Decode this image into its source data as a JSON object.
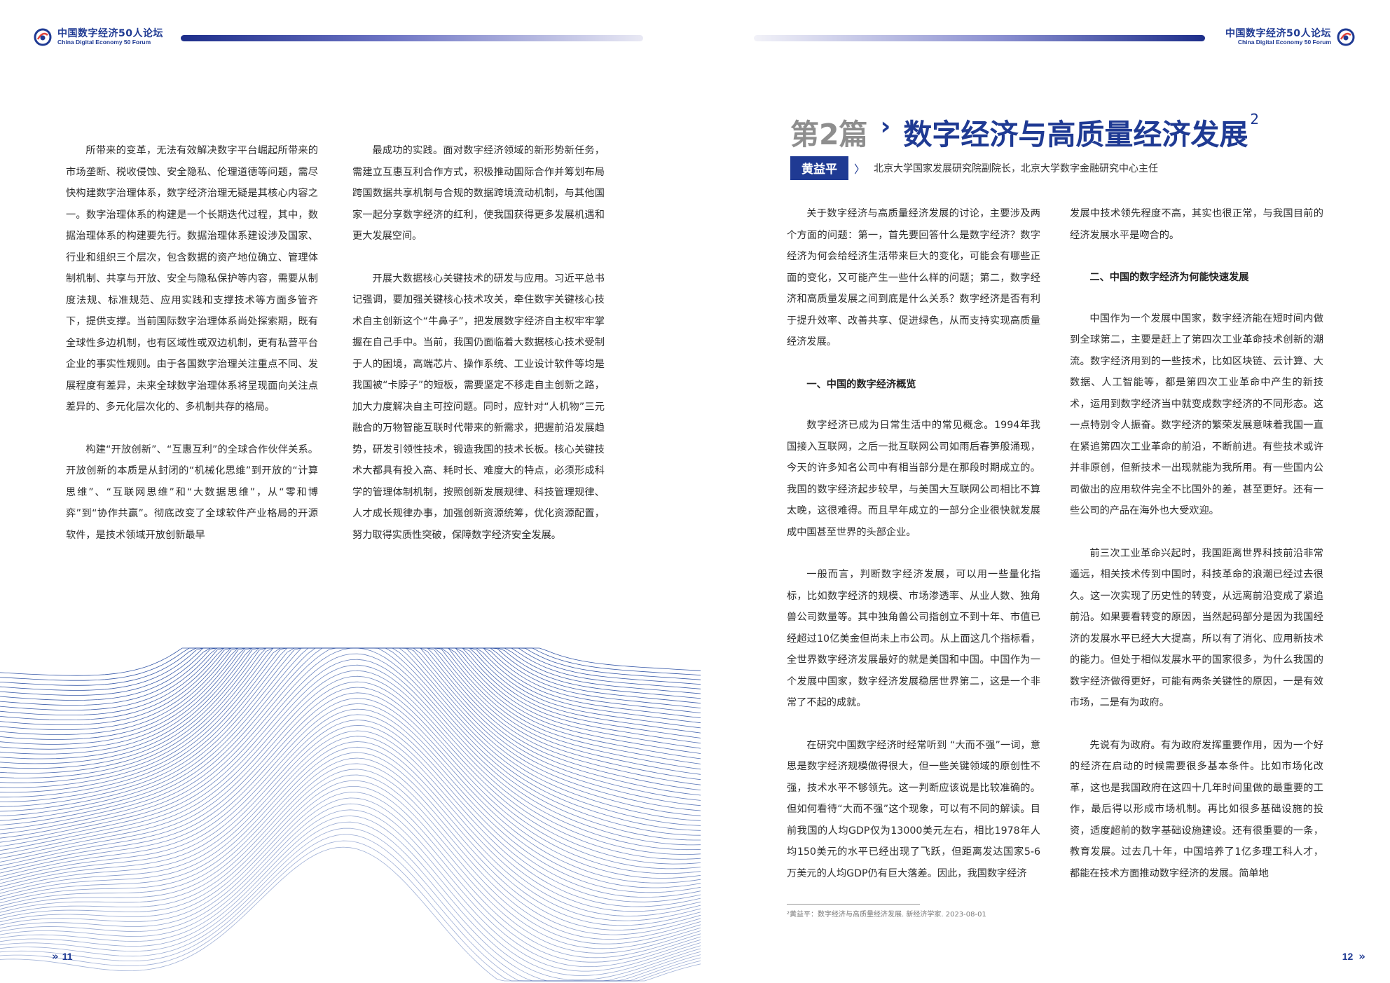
{
  "header": {
    "logo_cn": "中国数字经济50人论坛",
    "logo_en": "China Digital Economy 50 Forum"
  },
  "left_page": {
    "page_number": "11",
    "col1": [
      {
        "text": "所带来的变革，无法有效解决数字平台崛起所带来的市场垄断、税收侵蚀、安全隐私、伦理道德等问题，需尽快构建数字治理体系，数字经济治理无疑是其核心内容之一。数字治理体系的构建是一个长期迭代过程，其中，数据治理体系的构建要先行。数据治理体系建设涉及国家、行业和组织三个层次，包含数据的资产地位确立、管理体制机制、共享与开放、安全与隐私保护等内容，需要从制度法规、标准规范、应用实践和支撑技术等方面多管齐下，提供支撑。当前国际数字治理体系尚处探索期，既有全球性多边机制，也有区域性或双边机制，更有私营平台企业的事实性规则。由于各国数字治理关注重点不同、发展程度有差异，未来全球数字治理体系将呈现面向关注点差异的、多元化层次化的、多机制共存的格局。"
      },
      {
        "text": "构建“开放创新”、“互惠互利”的全球合作伙伴关系。开放创新的本质是从封闭的“机械化思维”到开放的“计算思维”、“互联网思维”和“大数据思维”，从“零和博弈”到“协作共赢”。彻底改变了全球软件产业格局的开源软件，是技术领域开放创新最早"
      }
    ],
    "col2": [
      {
        "text": "最成功的实践。面对数字经济领域的新形势新任务，需建立互惠互利合作方式，积极推动国际合作并筹划布局跨国数据共享机制与合规的数据跨境流动机制，与其他国家一起分享数字经济的红利，使我国获得更多发展机遇和更大发展空间。"
      },
      {
        "text": "开展大数据核心关键技术的研发与应用。习近平总书记强调，要加强关键核心技术攻关，牵住数字关键核心技术自主创新这个“牛鼻子”，把发展数字经济自主权牢牢掌握在自己手中。当前，我国仍面临着大数据核心技术受制于人的困境，高端芯片、操作系统、工业设计软件等均是我国被“卡脖子”的短板，需要坚定不移走自主创新之路，加大力度解决自主可控问题。同时，应针对“人机物”三元融合的万物智能互联时代带来的新需求，把握前沿发展趋势，研发引领性技术，锻造我国的技术长板。核心关键技术大都具有投入高、耗时长、难度大的特点，必须形成科学的管理体制机制，按照创新发展规律、科技管理规律、人才成长规律办事，加强创新资源统筹，优化资源配置，努力取得实质性突破，保障数字经济安全发展。"
      }
    ]
  },
  "right_page": {
    "page_number": "12",
    "title_part": "第2篇",
    "title_chevron": "›",
    "title_main": "数字经济与高质量经济发展",
    "title_sup": "2",
    "author_name": "黄益平",
    "author_sep": "〉",
    "author_affiliation": "北京大学国家发展研究院副院长，北京大学数字金融研究中心主任",
    "col1": [
      {
        "type": "p",
        "text": "关于数字经济与高质量经济发展的讨论，主要涉及两个方面的问题：第一，首先要回答什么是数字经济？数字经济为何会给经济生活带来巨大的变化，可能会有哪些正面的变化，又可能产生一些什么样的问题；第二，数字经济和高质量发展之间到底是什么关系？数字经济是否有利于提升效率、改善共享、促进绿色，从而支持实现高质量经济发展。"
      },
      {
        "type": "h",
        "text": "一、中国的数字经济概览"
      },
      {
        "type": "p",
        "text": "数字经济已成为日常生活中的常见概念。1994年我国接入互联网，之后一批互联网公司如雨后春笋般涌现，今天的许多知名公司中有相当部分是在那段时期成立的。我国的数字经济起步较早，与美国大互联网公司相比不算太晚，这很难得。而且早年成立的一部分企业很快就发展成中国甚至世界的头部企业。"
      },
      {
        "type": "p",
        "text": "一般而言，判断数字经济发展，可以用一些量化指标，比如数字经济的规模、市场渗透率、从业人数、独角兽公司数量等。其中独角兽公司指创立不到十年、市值已经超过10亿美金但尚未上市公司。从上面这几个指标看，全世界数字经济发展最好的就是美国和中国。中国作为一个发展中国家，数字经济发展稳居世界第二，这是一个非常了不起的成就。"
      },
      {
        "type": "p",
        "text": "在研究中国数字经济时经常听到 “大而不强”一词，意思是数字经济规模做得很大，但一些关键领域的原创性不强，技术水平不够领先。这一判断应该说是比较准确的。但如何看待“大而不强”这个现象，可以有不同的解读。目前我国的人均GDP仅为13000美元左右，相比1978年人均150美元的水平已经出现了飞跃，但距离发达国家5-6万美元的人均GDP仍有巨大落差。因此，我国数字经济"
      }
    ],
    "col2": [
      {
        "type": "pn",
        "text": "发展中技术领先程度不高，其实也很正常，与我国目前的经济发展水平是吻合的。"
      },
      {
        "type": "h",
        "text": "二、中国的数字经济为何能快速发展"
      },
      {
        "type": "p",
        "text": "中国作为一个发展中国家，数字经济能在短时间内做到全球第二，主要是赶上了第四次工业革命技术创新的潮流。数字经济用到的一些技术，比如区块链、云计算、大数据、人工智能等，都是第四次工业革命中产生的新技术，运用到数字经济当中就变成数字经济的不同形态。这一点特别令人振奋。数字经济的繁荣发展意味着我国一直在紧追第四次工业革命的前沿，不断前进。有些技术或许并非原创，但新技术一出现就能为我所用。有一些国内公司做出的应用软件完全不比国外的差，甚至更好。还有一些公司的产品在海外也大受欢迎。"
      },
      {
        "type": "p",
        "text": "前三次工业革命兴起时，我国距离世界科技前沿非常遥远，相关技术传到中国时，科技革命的浪潮已经过去很久。这一次实现了历史性的转变，从远离前沿变成了紧追前沿。如果要看转变的原因，当然起码部分是因为我国经济的发展水平已经大大提高，所以有了消化、应用新技术的能力。但处于相似发展水平的国家很多，为什么我国的数字经济做得更好，可能有两条关键性的原因，一是有效市场，二是有为政府。"
      },
      {
        "type": "p",
        "text": "先说有为政府。有为政府发挥重要作用，因为一个好的经济在启动的时候需要很多基本条件。比如市场化改革，这也是我国政府在这四十几年时间里做的最重要的工作，最后得以形成市场机制。再比如很多基础设施的投资，适度超前的数字基础设施建设。还有很重要的一条，教育发展。过去几十年，中国培养了1亿多理工科人才，都能在技术方面推动数字经济的发展。简单地"
      }
    ],
    "footnote": "²黄益平：数字经济与高质量经济发展. 新经济学家. 2023-08-01"
  },
  "page_marker_arrows": "»",
  "colors": {
    "brand_blue": "#1f3a93",
    "title_gray": "#8e8e8e",
    "wave_blue": "#2b4fa3"
  }
}
